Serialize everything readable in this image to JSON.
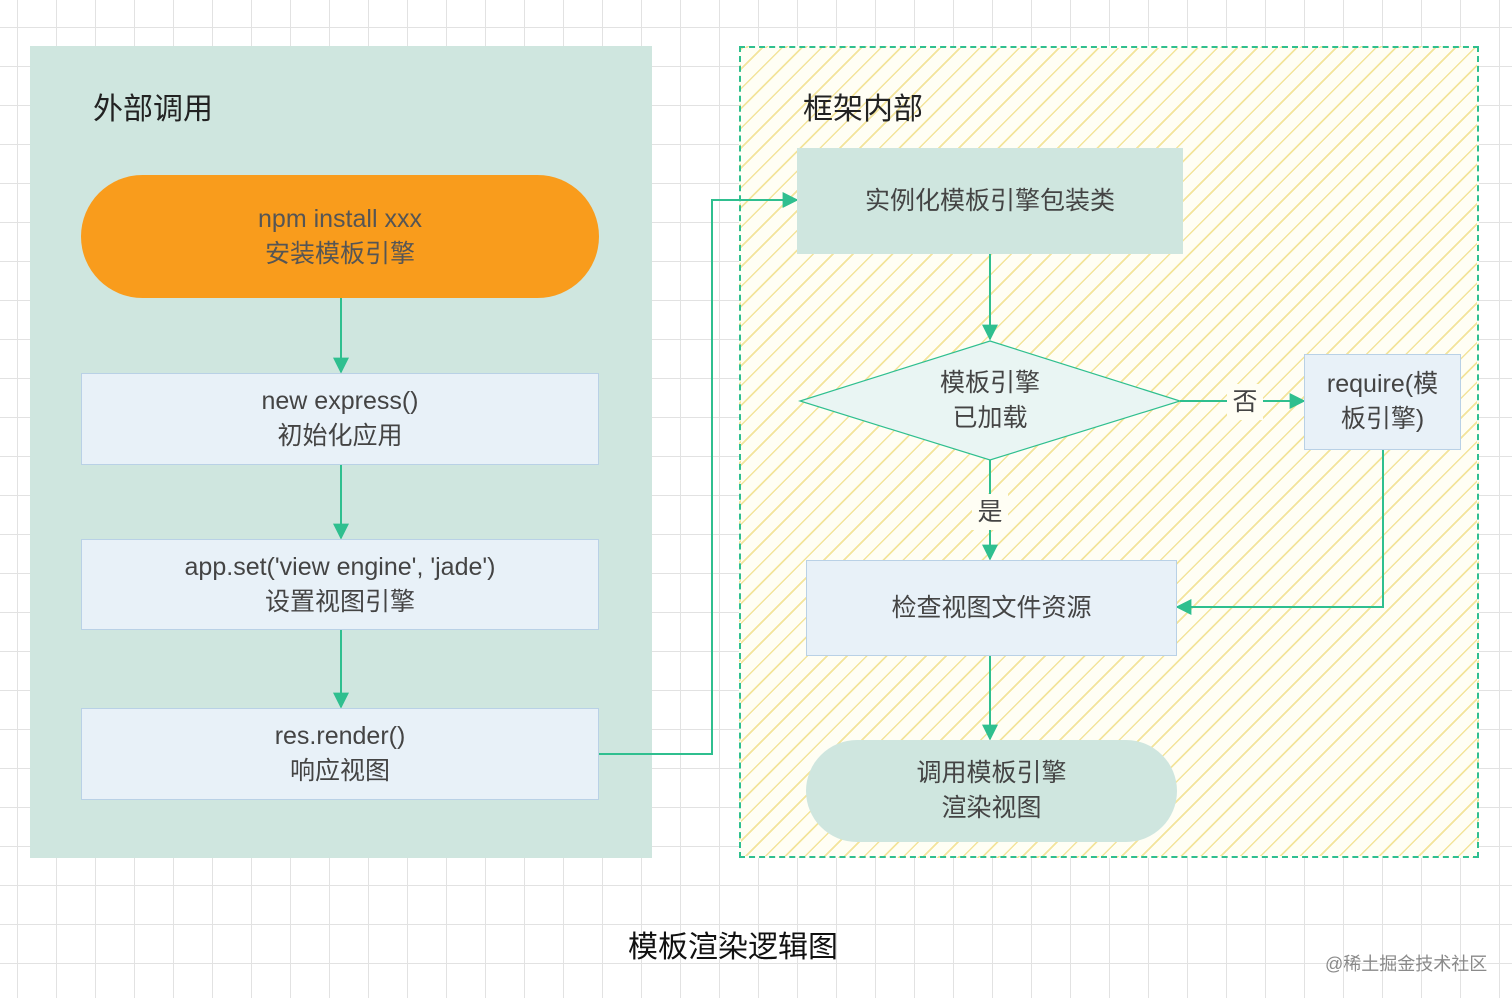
{
  "left_panel": {
    "title": "外部调用"
  },
  "right_panel": {
    "title": "框架内部"
  },
  "nodes": {
    "npm_install": {
      "line1": "npm install xxx",
      "line2": "安装模板引擎"
    },
    "new_express": {
      "line1": "new express()",
      "line2": "初始化应用"
    },
    "app_set": {
      "line1": "app.set('view engine', 'jade')",
      "line2": "设置视图引擎"
    },
    "res_render": {
      "line1": "res.render()",
      "line2": "响应视图"
    },
    "instantiate": {
      "line1": "实例化模板引擎包装类"
    },
    "loaded_check": {
      "line1": "模板引擎",
      "line2": "已加载"
    },
    "require_engine": {
      "line1": "require(模",
      "line2": "板引擎)"
    },
    "check_files": {
      "line1": "检查视图文件资源"
    },
    "call_engine": {
      "line1": "调用模板引擎",
      "line2": "渲染视图"
    }
  },
  "edge_labels": {
    "no": "否",
    "yes": "是"
  },
  "caption": "模板渲染逻辑图",
  "watermark": "@稀土掘金技术社区",
  "colors": {
    "connector": "#2fbf8f",
    "left_panel_bg": "#cfe6df",
    "orange_node": "#f99c1c",
    "box_fill": "#e8f1f8",
    "dashed_border": "#2fbf8f",
    "hatch": "#f3e49b"
  }
}
